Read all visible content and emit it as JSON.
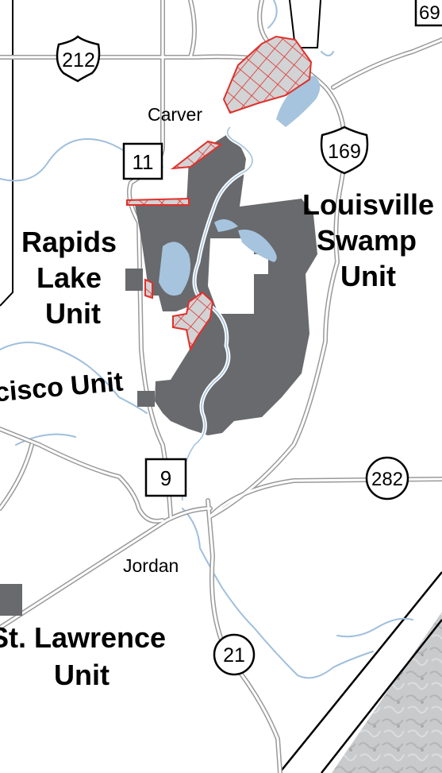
{
  "map": {
    "colors": {
      "background": "#ffffff",
      "refuge_land": "#696a6d",
      "water": "#a6c4de",
      "stream": "#9fbfdd",
      "road_outline": "#9a9a9a",
      "road_fill": "#ffffff",
      "hatched_outline": "#e0302b",
      "hatched_fill": "#d2d3d5",
      "terrain": "#c9cacc"
    },
    "units": [
      {
        "id": "rapids-lake",
        "lines": [
          "Rapids",
          "Lake",
          "Unit"
        ]
      },
      {
        "id": "louisville-swamp",
        "lines": [
          "Louisville",
          "Swamp",
          "Unit"
        ]
      },
      {
        "id": "san-francisco",
        "lines": [
          "cisco Unit"
        ]
      },
      {
        "id": "st-lawrence",
        "lines": [
          "St. Lawrence",
          "Unit"
        ]
      }
    ],
    "towns": [
      {
        "id": "carver",
        "name": "Carver"
      },
      {
        "id": "jordan",
        "name": "Jordan"
      }
    ],
    "routes": [
      {
        "id": "us-212",
        "number": "212",
        "shield": "us-highway-shield-icon"
      },
      {
        "id": "us-169",
        "number": "169",
        "shield": "us-highway-shield-icon"
      },
      {
        "id": "us-169-top",
        "number": "69",
        "shield": "square-route-shield-icon"
      },
      {
        "id": "county-11",
        "number": "11",
        "shield": "square-route-shield-icon"
      },
      {
        "id": "county-9",
        "number": "9",
        "shield": "square-route-shield-icon"
      },
      {
        "id": "state-282",
        "number": "282",
        "shield": "circle-route-shield-icon"
      },
      {
        "id": "state-21",
        "number": "21",
        "shield": "circle-route-shield-icon"
      }
    ]
  }
}
